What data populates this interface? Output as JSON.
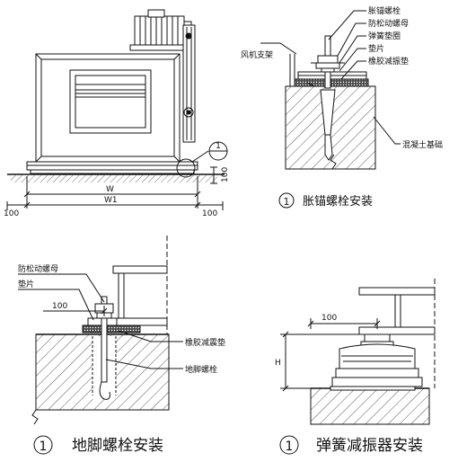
{
  "panel_a": {
    "dim_W": "W",
    "dim_W1": "W1",
    "dim_left": "100",
    "dim_right": "100",
    "dim_height": "100",
    "section_mark": "1"
  },
  "panel_b": {
    "labels": [
      "胀锚螺栓",
      "防松动螺母",
      "弹簧垫圈",
      "垫片",
      "橡胶减振垫"
    ],
    "frame_label": "风机支架",
    "concrete_label": "混凝土基础",
    "caption_number": "1",
    "caption": "胀锚螺栓安装"
  },
  "panel_c": {
    "label_nut": "防松动螺母",
    "label_washer": "垫片",
    "dim": "100",
    "label_pad": "橡胶减震垫",
    "label_bolt": "地脚螺栓",
    "caption_number": "1",
    "caption": "地脚螺栓安装"
  },
  "panel_d": {
    "dim": "100",
    "dim_H": "H",
    "caption_number": "1",
    "caption": "弹簧减振器安装"
  }
}
